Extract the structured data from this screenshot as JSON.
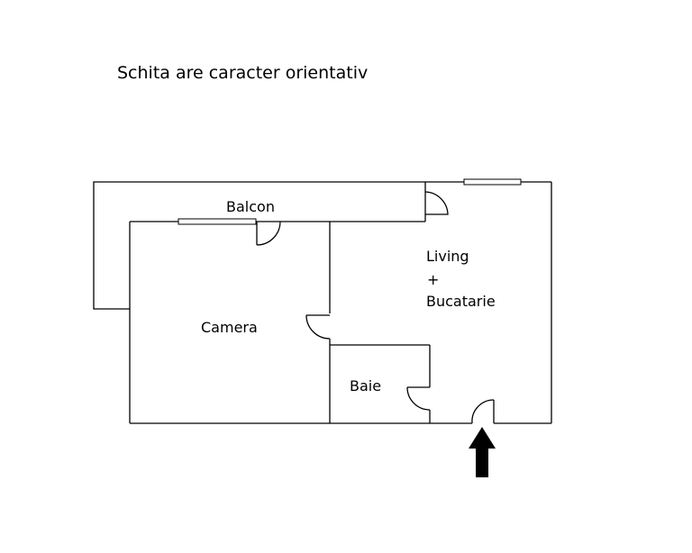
{
  "note": "Schita are caracter orientativ",
  "rooms": {
    "balcon": "Balcon",
    "living_line1": "Living",
    "living_line2": "+",
    "living_line3": "Bucatarie",
    "camera": "Camera",
    "baie": "Baie"
  },
  "colors": {
    "line": "#000000",
    "background": "#ffffff"
  },
  "icons": {
    "entrance": "entrance-arrow-icon"
  }
}
